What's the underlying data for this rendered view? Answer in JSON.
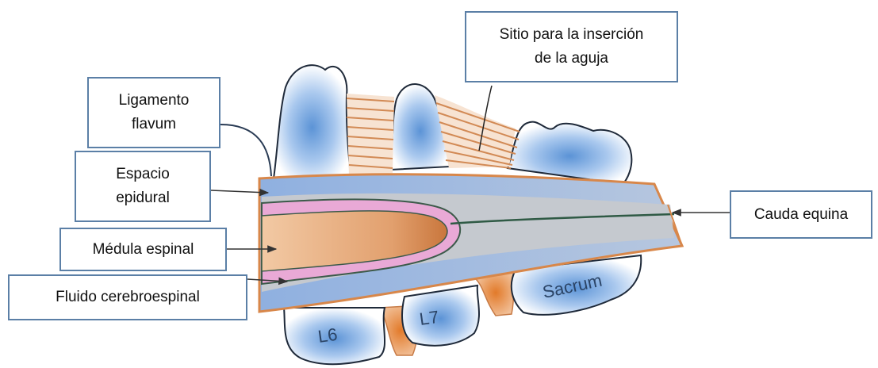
{
  "labels": {
    "needle_site": {
      "line1": "Sitio para la inserción",
      "line2": "de la aguja"
    },
    "flavum": {
      "line1": "Ligamento",
      "line2": "flavum"
    },
    "epidural": {
      "line1": "Espacio",
      "line2": "epidural"
    },
    "medulla": "Médula espinal",
    "csf": "Fluido cerebroespinal",
    "cauda": "Cauda equina"
  },
  "vertebrae": {
    "l6": "L6",
    "l7": "L7",
    "sacrum": "Sacrum"
  },
  "colors": {
    "callout_border": "#5b7fa6",
    "bone_fill": "#ffffff",
    "bone_shade": "#6a9fd8",
    "ligament": "#e8a36a",
    "epidural_space": "#9fb6d8",
    "dura_orange": "#d8874a",
    "pia_pink": "#e8a3d0",
    "cord": "#d99060"
  }
}
